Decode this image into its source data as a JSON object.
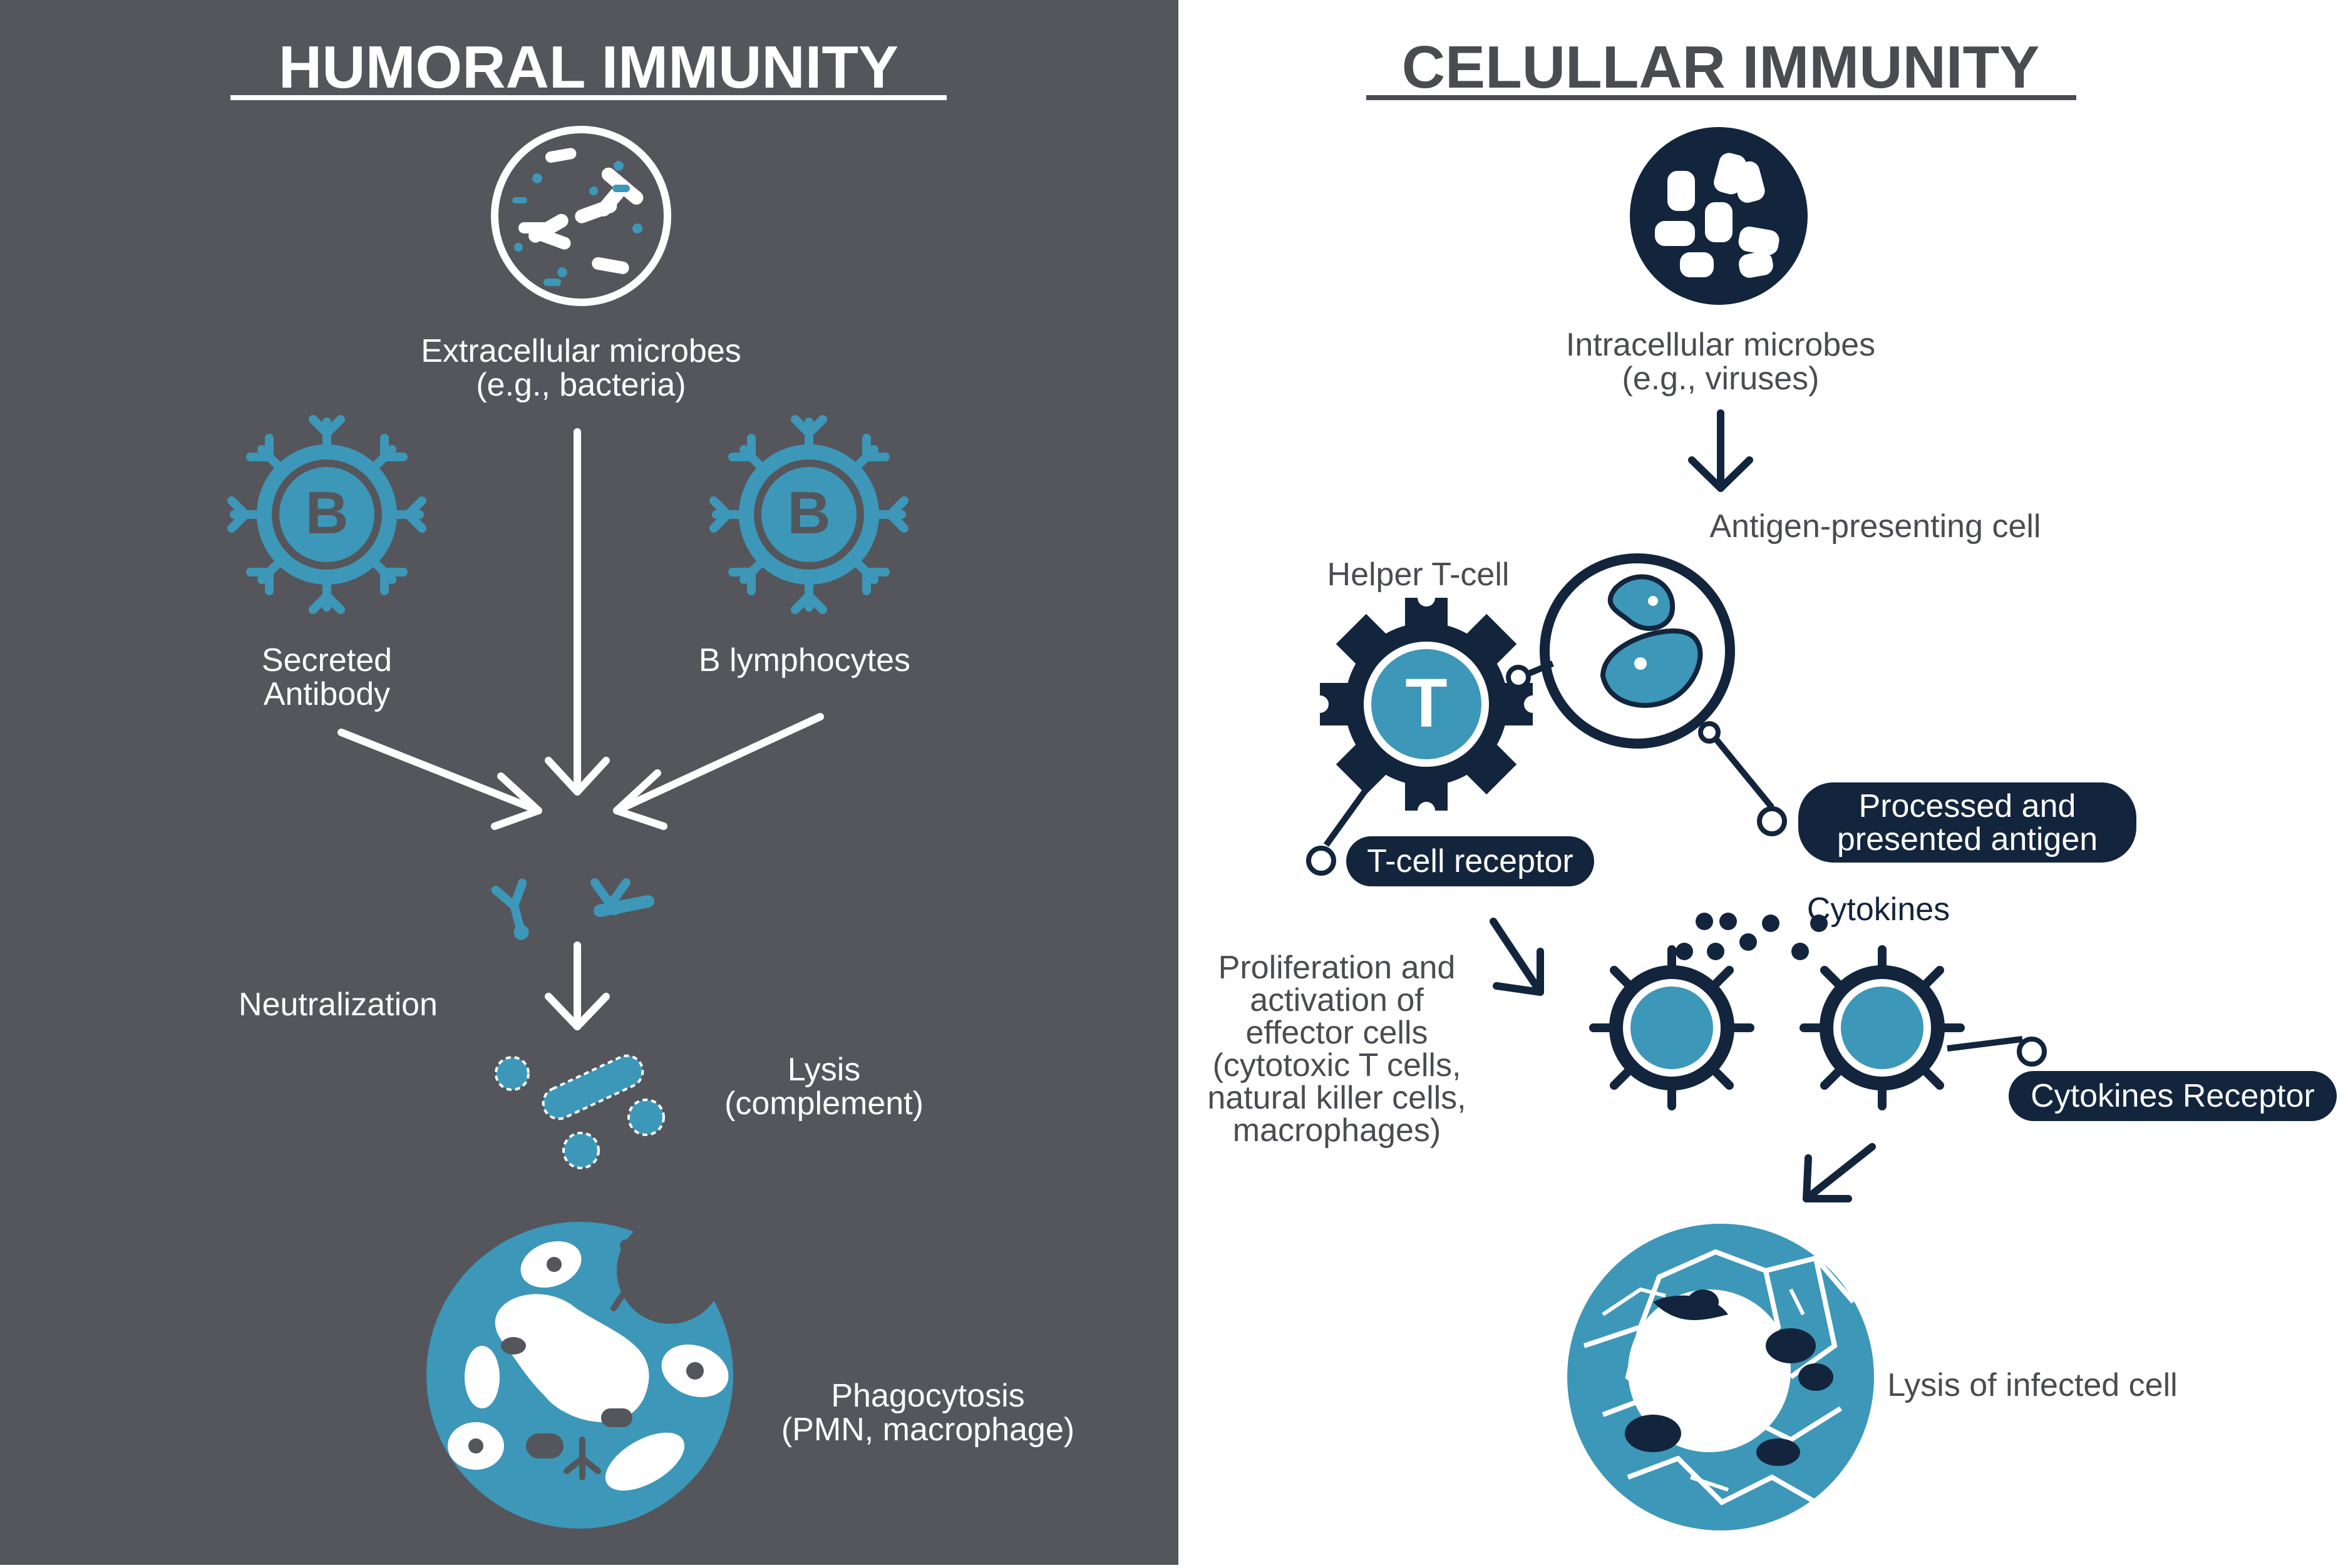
{
  "colors": {
    "left_bg": "#54565b",
    "right_bg": "#ffffff",
    "accent_blue": "#3d97b8",
    "navy": "#13253d",
    "white": "#ffffff",
    "title_right": "#4a4c51"
  },
  "humoral": {
    "title": "HUMORAL IMMUNITY",
    "extracellular_line1": "Extracellular microbes",
    "extracellular_line2": "(e.g., bacteria)",
    "secreted_line1": "Secreted",
    "secreted_line2": "Antibody",
    "b_lymphocytes": "B lymphocytes",
    "b_cell_letter": "B",
    "neutralization": "Neutralization",
    "lysis_line1": "Lysis",
    "lysis_line2": "(complement)",
    "phago_line1": "Phagocytosis",
    "phago_line2": "(PMN, macrophage)"
  },
  "cellular": {
    "title": "CELULLAR IMMUNITY",
    "intracellular_line1": "Intracellular microbes",
    "intracellular_line2": "(e.g., viruses)",
    "apc": "Antigen-presenting cell",
    "helper": "Helper T-cell",
    "t_cell_letter": "T",
    "processed_line1": "Processed and",
    "processed_line2": "presented antigen",
    "tcell_receptor": "T-cell receptor",
    "cytokines": "Cytokines",
    "prolif_lines": [
      "Proliferation and",
      "activation of",
      "effector cells",
      "(cytotoxic T cells,",
      "natural killer cells,",
      "macrophages)"
    ],
    "cytokines_receptor": "Cytokines Receptor",
    "lysis_infected": "Lysis of infected cell"
  }
}
